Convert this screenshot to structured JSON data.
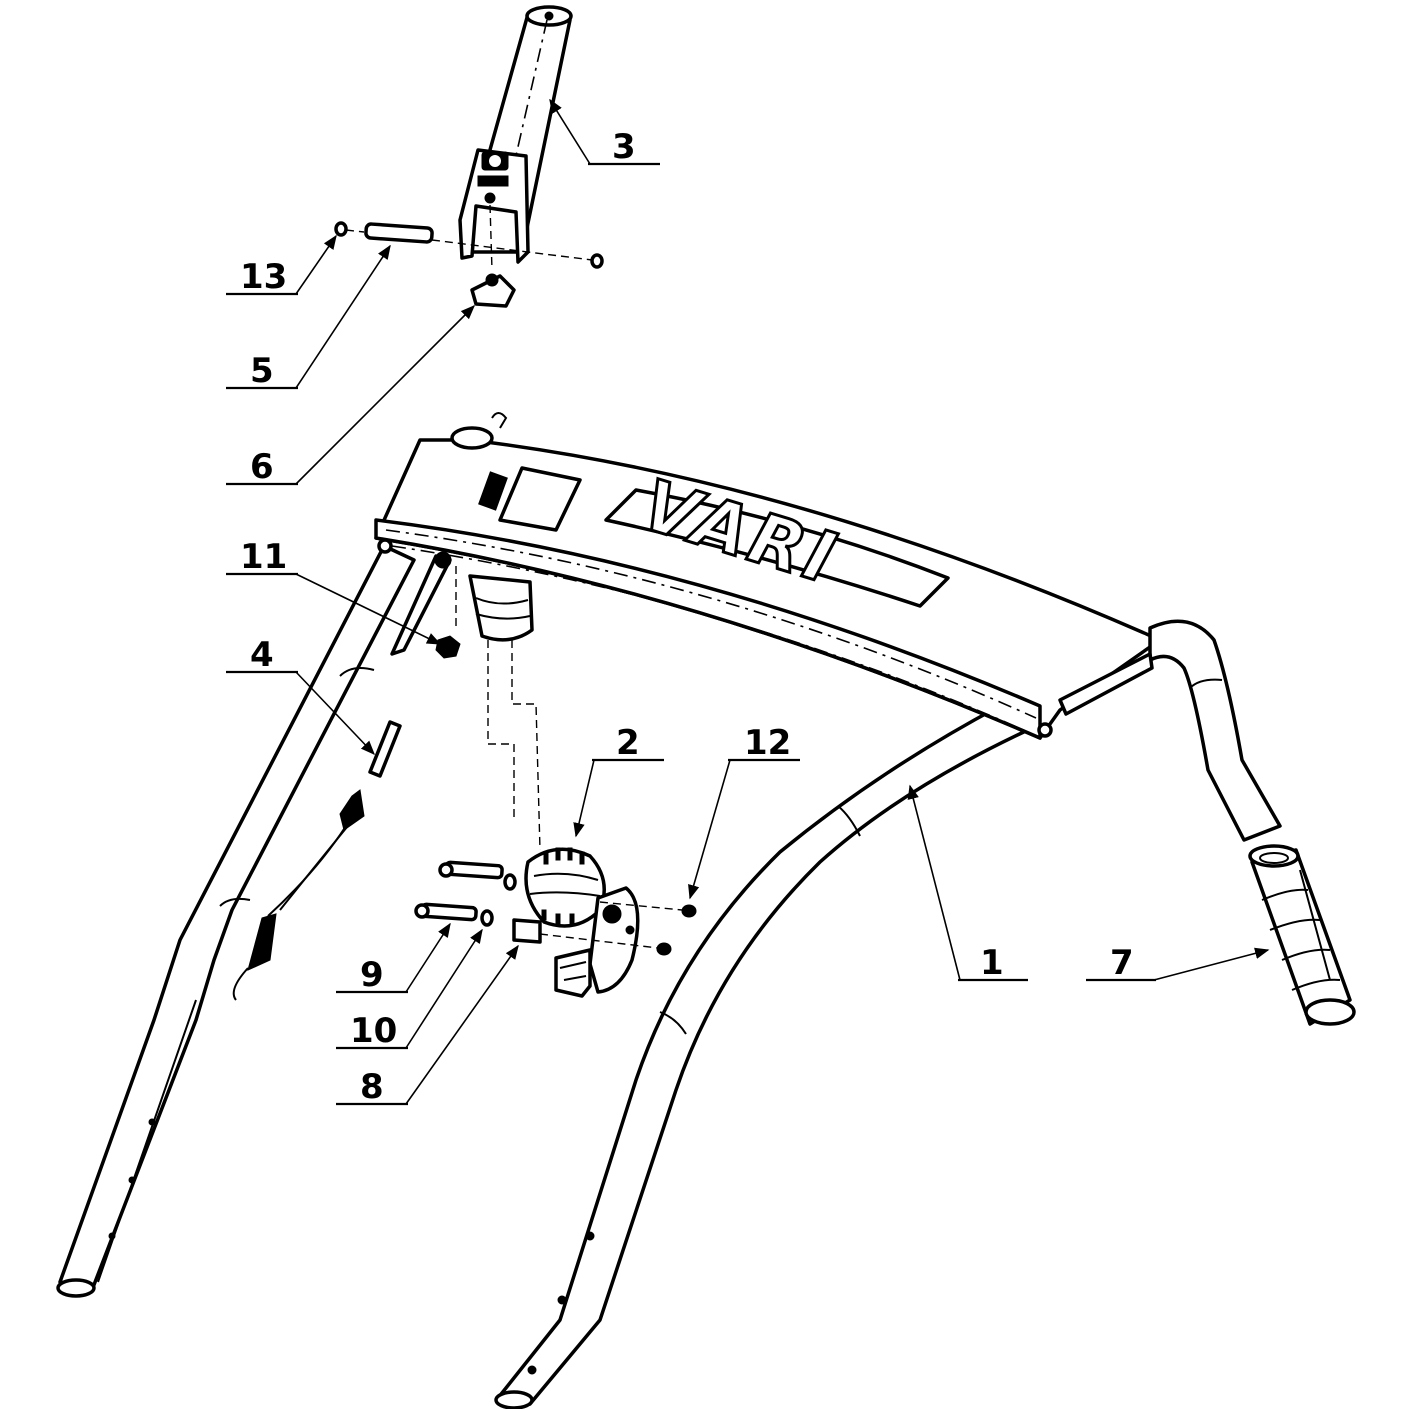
{
  "brand_text": "VARI",
  "callouts": [
    {
      "id": "1",
      "label": "1"
    },
    {
      "id": "2",
      "label": "2"
    },
    {
      "id": "3",
      "label": "3"
    },
    {
      "id": "4",
      "label": "4"
    },
    {
      "id": "5",
      "label": "5"
    },
    {
      "id": "6",
      "label": "6"
    },
    {
      "id": "7",
      "label": "7"
    },
    {
      "id": "8",
      "label": "8"
    },
    {
      "id": "9",
      "label": "9"
    },
    {
      "id": "10",
      "label": "10"
    },
    {
      "id": "11",
      "label": "11"
    },
    {
      "id": "12",
      "label": "12"
    },
    {
      "id": "13",
      "label": "13"
    }
  ]
}
